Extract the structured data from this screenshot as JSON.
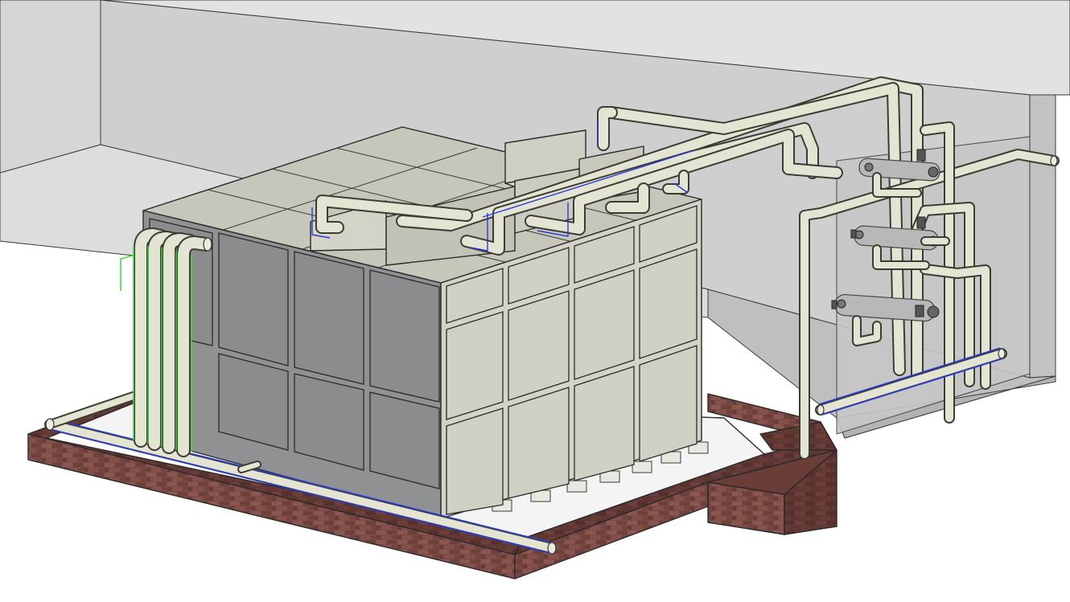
{
  "view": {
    "type": "3D pipe model viewport",
    "colors": {
      "background": "#ffffff",
      "room_wall": "#c9c9c9",
      "room_wall_dark": "#b9b9b9",
      "tank_light": "#d1d1c5",
      "tank_dark": "#8e9091",
      "tank_top": "#c4c4b8",
      "pipe": "#e4e4d2",
      "pipe_selected_blue": "#2b3bd6",
      "pipe_selected_green": "#3ee03e",
      "brick": "#7a4a44",
      "slab": "#f2f2f2"
    },
    "icons": [
      "water-tank",
      "brick-plinth",
      "pipe-network",
      "uv-sterilizer",
      "valve"
    ]
  }
}
